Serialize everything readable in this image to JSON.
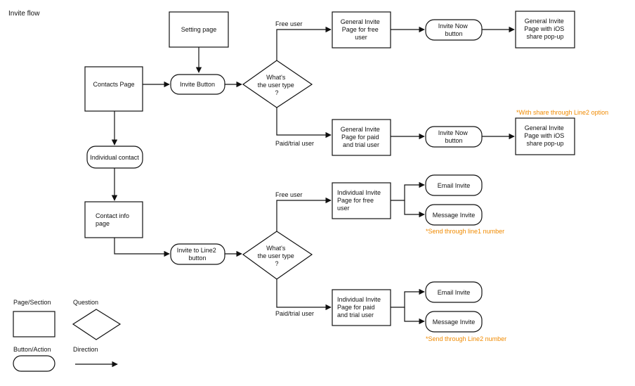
{
  "title": "Invite flow",
  "colors": {
    "stroke": "#111111",
    "note": "#f08a00",
    "background": "#ffffff"
  },
  "nodes": {
    "setting_page": {
      "shape": "page",
      "lines": [
        "Setting page"
      ]
    },
    "contacts_page": {
      "shape": "page",
      "lines": [
        "Contacts Page"
      ]
    },
    "invite_button": {
      "shape": "button",
      "lines": [
        "Invite Button"
      ]
    },
    "user_type_q1": {
      "shape": "question",
      "lines": [
        "What's",
        "the user type",
        "?"
      ]
    },
    "general_invite_free": {
      "shape": "page",
      "lines": [
        "General Invite",
        "Page for free",
        "user"
      ]
    },
    "invite_now_free": {
      "shape": "button",
      "lines": [
        "Invite Now",
        "button"
      ]
    },
    "ios_share_free": {
      "shape": "page",
      "lines": [
        "General Invite",
        "Page with iOS",
        "share pop-up"
      ]
    },
    "general_invite_paid": {
      "shape": "page",
      "lines": [
        "General Invite",
        "Page for paid",
        "and trial user"
      ]
    },
    "invite_now_paid": {
      "shape": "button",
      "lines": [
        "Invite Now",
        "button"
      ]
    },
    "ios_share_paid": {
      "shape": "page",
      "lines": [
        "General Invite",
        "Page with iOS",
        "share pop-up"
      ]
    },
    "individual_contact": {
      "shape": "button",
      "lines": [
        "Individual contact"
      ]
    },
    "contact_info_page": {
      "shape": "page",
      "lines": [
        "Contact info",
        "page"
      ]
    },
    "invite_line2_button": {
      "shape": "button",
      "lines": [
        "Invite to Line2",
        "button"
      ]
    },
    "user_type_q2": {
      "shape": "question",
      "lines": [
        "What's",
        "the user type",
        "?"
      ]
    },
    "individual_invite_free": {
      "shape": "page",
      "lines": [
        "Individual Invite",
        "Page for free",
        "user"
      ]
    },
    "email_invite_free": {
      "shape": "button",
      "lines": [
        "Email Invite"
      ]
    },
    "message_invite_free": {
      "shape": "button",
      "lines": [
        "Message Invite"
      ]
    },
    "individual_invite_paid": {
      "shape": "page",
      "lines": [
        "Individual Invite",
        "Page for paid",
        "and trial user"
      ]
    },
    "email_invite_paid": {
      "shape": "button",
      "lines": [
        "Email Invite"
      ]
    },
    "message_invite_paid": {
      "shape": "button",
      "lines": [
        "Message Invite"
      ]
    }
  },
  "edges": [
    {
      "from": "setting_page",
      "to": "invite_button"
    },
    {
      "from": "contacts_page",
      "to": "invite_button"
    },
    {
      "from": "invite_button",
      "to": "user_type_q1"
    },
    {
      "from": "user_type_q1",
      "to": "general_invite_free",
      "label": "Free user"
    },
    {
      "from": "user_type_q1",
      "to": "general_invite_paid",
      "label": "Paid/trial user"
    },
    {
      "from": "general_invite_free",
      "to": "invite_now_free"
    },
    {
      "from": "invite_now_free",
      "to": "ios_share_free"
    },
    {
      "from": "general_invite_paid",
      "to": "invite_now_paid"
    },
    {
      "from": "invite_now_paid",
      "to": "ios_share_paid"
    },
    {
      "from": "contacts_page",
      "to": "individual_contact"
    },
    {
      "from": "individual_contact",
      "to": "contact_info_page"
    },
    {
      "from": "contact_info_page",
      "to": "invite_line2_button"
    },
    {
      "from": "invite_line2_button",
      "to": "user_type_q2"
    },
    {
      "from": "user_type_q2",
      "to": "individual_invite_free",
      "label": "Free user"
    },
    {
      "from": "user_type_q2",
      "to": "individual_invite_paid",
      "label": "Paid/trial user"
    },
    {
      "from": "individual_invite_free",
      "to": "email_invite_free"
    },
    {
      "from": "individual_invite_free",
      "to": "message_invite_free"
    },
    {
      "from": "individual_invite_paid",
      "to": "email_invite_paid"
    },
    {
      "from": "individual_invite_paid",
      "to": "message_invite_paid"
    }
  ],
  "notes": {
    "line2_share": "*With share through Line2 option",
    "line1_send": "*Send through line1 number",
    "line2_send": "*Send through Line2 number"
  },
  "legend": {
    "page": "Page/Section",
    "question": "Question",
    "button": "Button/Action",
    "direction": "Direction"
  }
}
